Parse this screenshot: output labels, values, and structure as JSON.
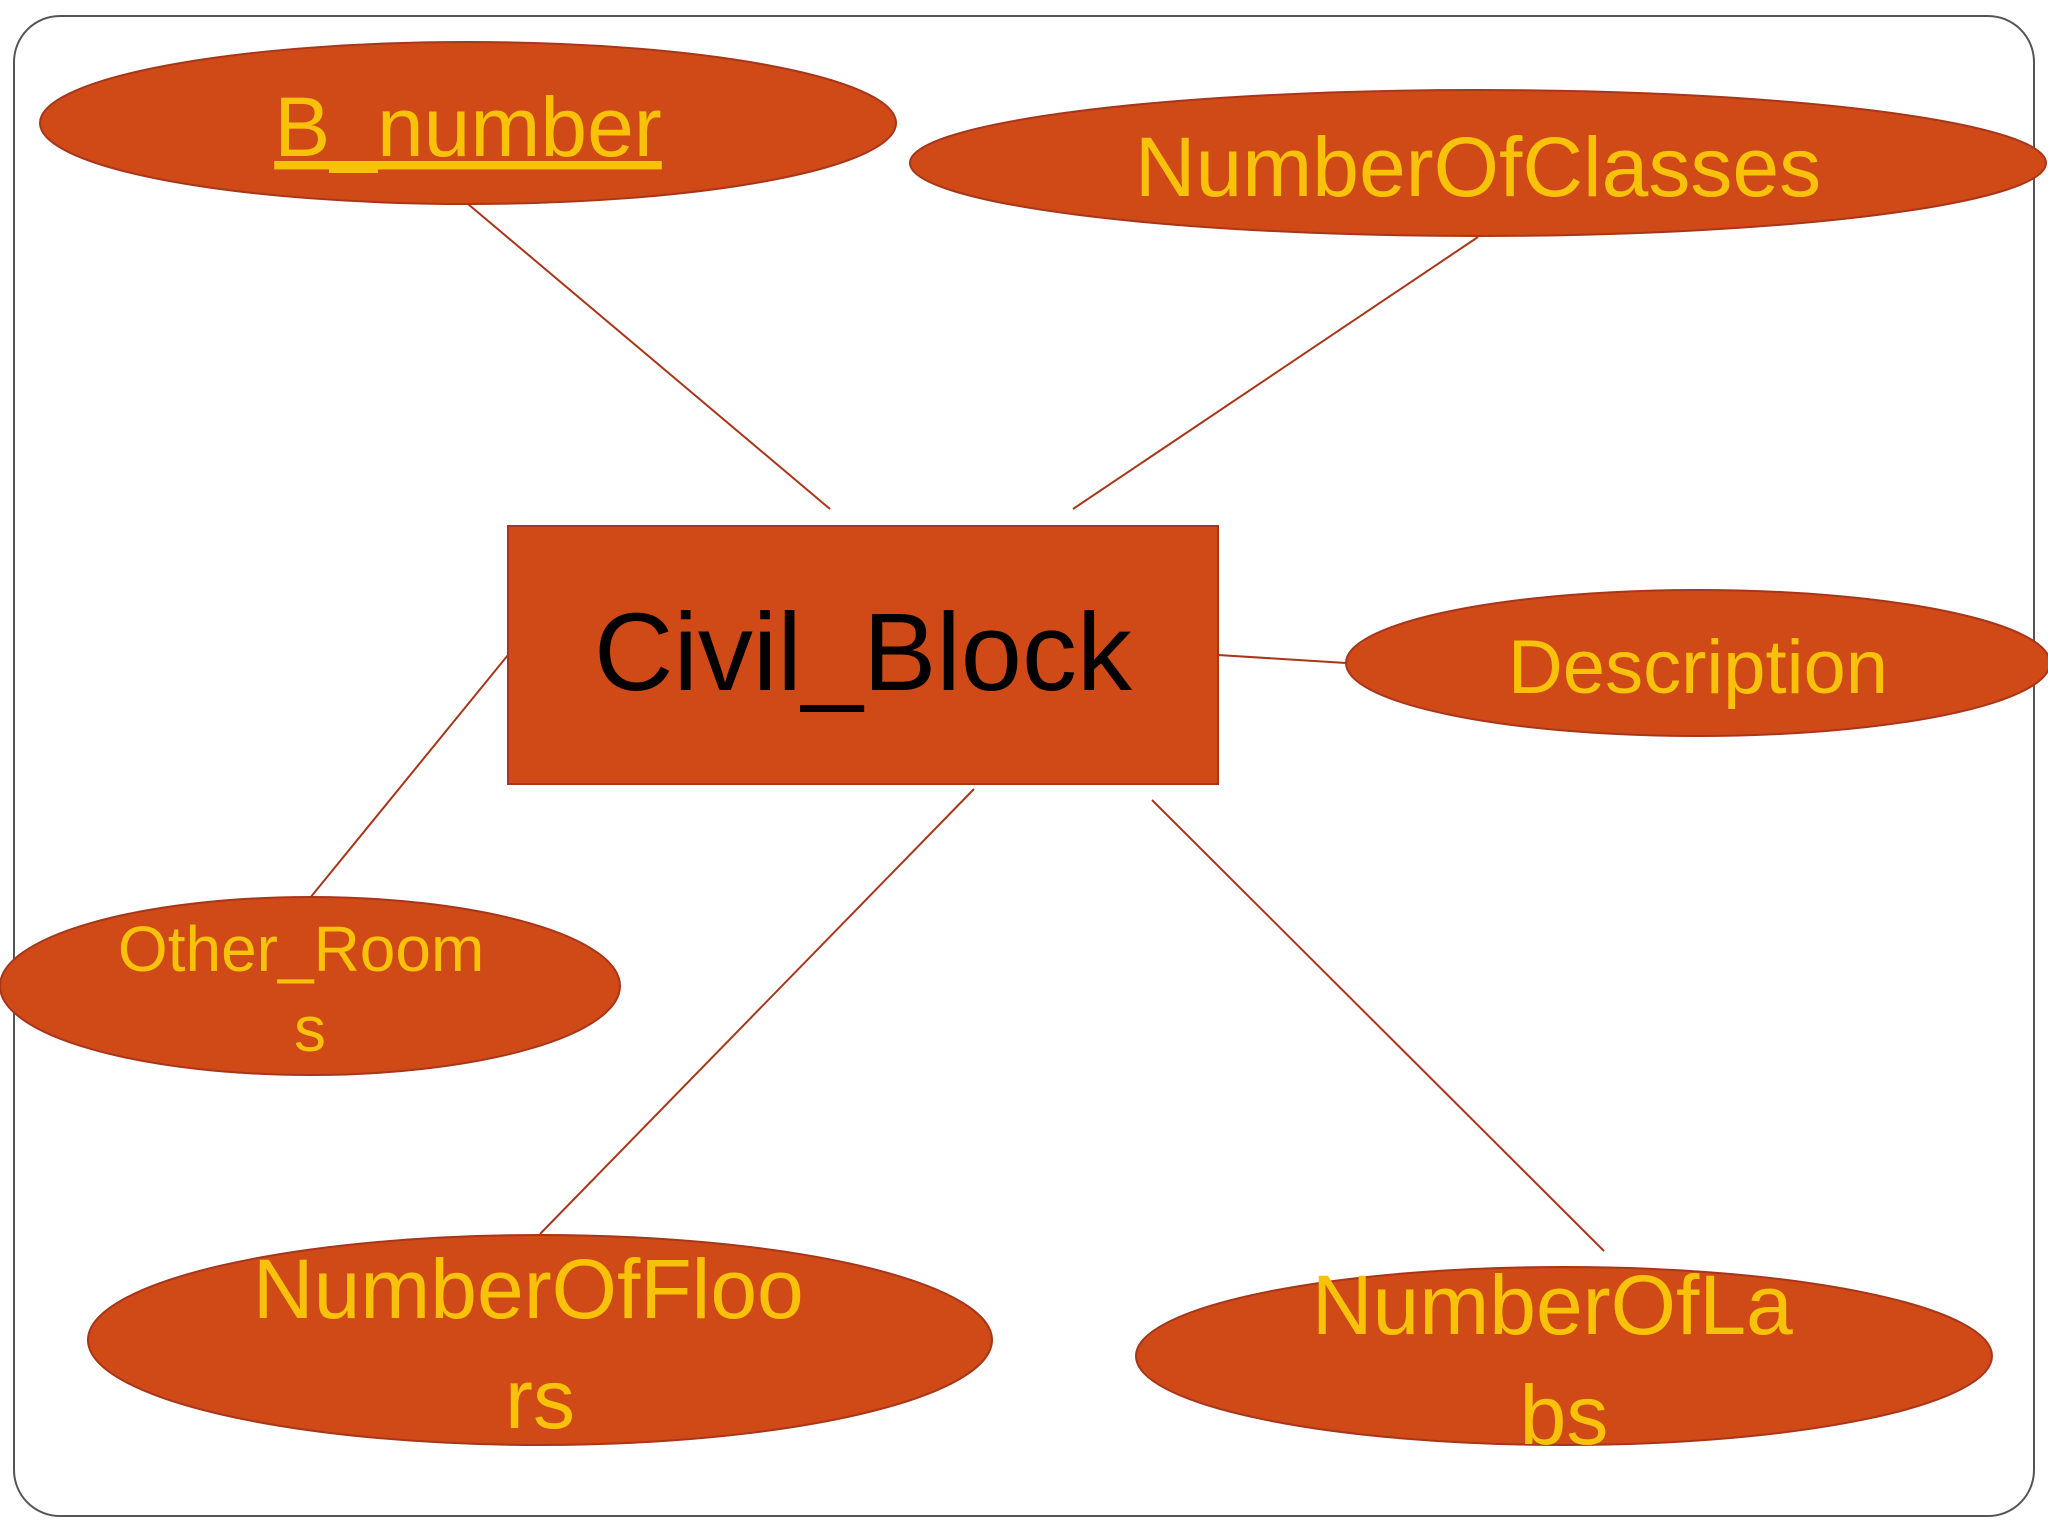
{
  "entity": {
    "name": "Civil_Block"
  },
  "attributes": [
    {
      "id": "b-number",
      "lines": [
        "B_number"
      ],
      "key": true
    },
    {
      "id": "number-of-classes",
      "lines": [
        "NumberOfClasses"
      ],
      "key": false
    },
    {
      "id": "description",
      "lines": [
        "Description"
      ],
      "key": false
    },
    {
      "id": "other-rooms",
      "lines": [
        "Other_Room",
        "s"
      ],
      "key": false
    },
    {
      "id": "number-of-floors",
      "lines": [
        "NumberOfFloo",
        "rs"
      ],
      "key": false
    },
    {
      "id": "number-of-labs",
      "lines": [
        "NumberOfLa",
        "bs"
      ],
      "key": false
    }
  ],
  "colors": {
    "shape_fill": "#D04A17",
    "shape_stroke": "#A8361A",
    "connector": "#A8361A",
    "attribute_text": "#F9C20A",
    "entity_text": "#000000",
    "frame": "#555555"
  }
}
